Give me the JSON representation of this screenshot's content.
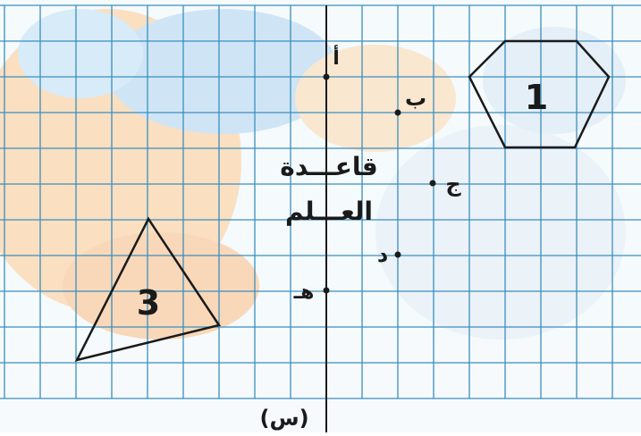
{
  "title": "قاعـــدة\nالعـــلم",
  "title_line1": "قاعـــدة",
  "title_line2": "العـــلم",
  "axis_label": "(س)",
  "points": {
    "a": "أ",
    "b": "ب",
    "j": "ج",
    "d": "د",
    "h": "هـ"
  },
  "shapes": {
    "hexagon_label": "1",
    "triangle_label": "3"
  },
  "colors": {
    "grid_line": "#3a8fbf",
    "paper": "#eaf4f8",
    "ink": "#1a1a1a",
    "watermark_orange": "#f3b778",
    "watermark_blue": "#9ec7e6"
  }
}
